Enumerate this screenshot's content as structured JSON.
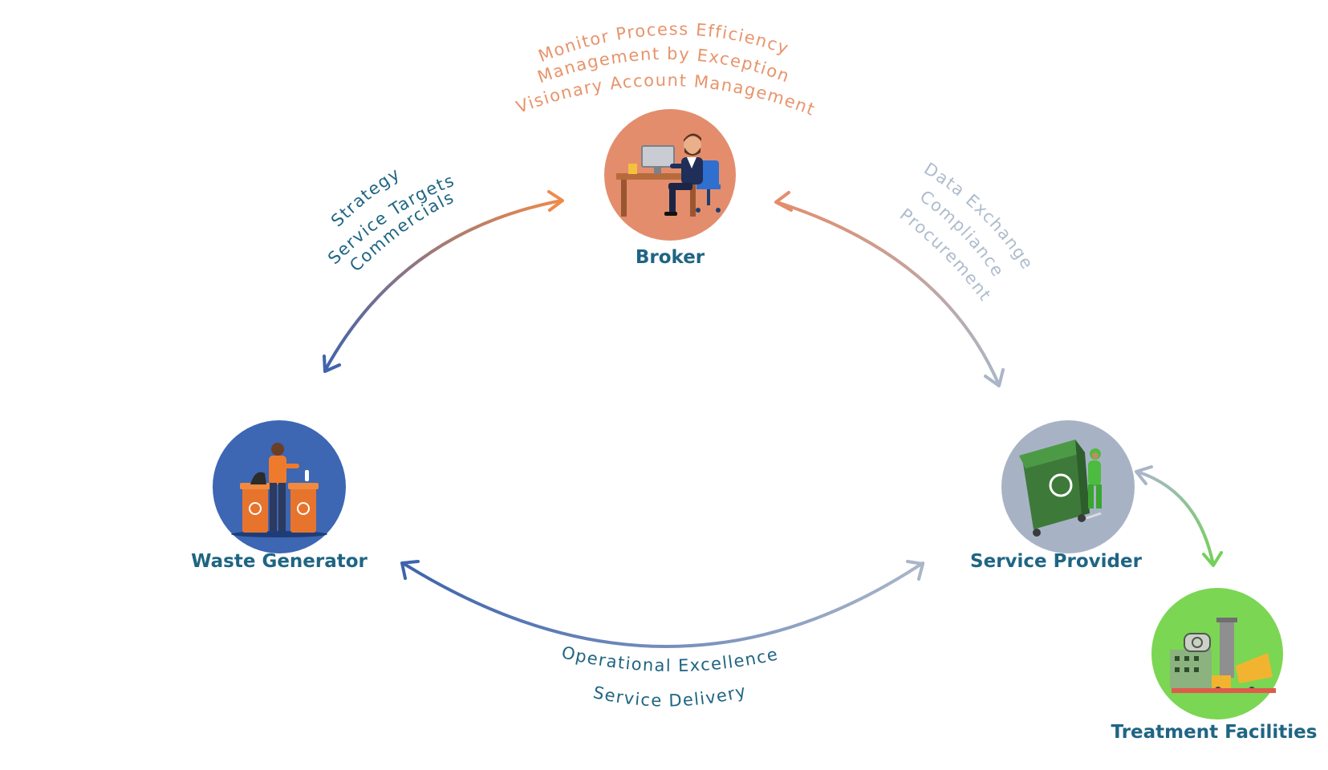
{
  "nodes": {
    "broker": {
      "label": "Broker"
    },
    "waste_generator": {
      "label": "Waste Generator"
    },
    "service_provider": {
      "label": "Service Provider"
    },
    "treatment_facilities": {
      "label": "Treatment Facilities"
    }
  },
  "edge_labels": {
    "broker_top": [
      "Monitor Process Efficiency",
      "Management by Exception",
      "Visionary Account Management"
    ],
    "generator_broker": [
      "Strategy",
      "Service Targets",
      "Commercials"
    ],
    "broker_provider": [
      "Data Exchange",
      "Compliance",
      "Procurement"
    ],
    "generator_provider": [
      "Operational Excellence",
      "Service Delivery"
    ]
  },
  "colors": {
    "label_teal": "#1f6583",
    "broker_circle": "#e38d6d",
    "generator_circle": "#3d66b3",
    "provider_circle": "#a7b3c5",
    "treatment_circle": "#7bd653",
    "orange_text": "#e8946c",
    "gray_text": "#aebccd",
    "blue_arrow": "#3f64ad",
    "orange_arrow": "#ef8a4c",
    "green_arrow": "#74d05a"
  }
}
